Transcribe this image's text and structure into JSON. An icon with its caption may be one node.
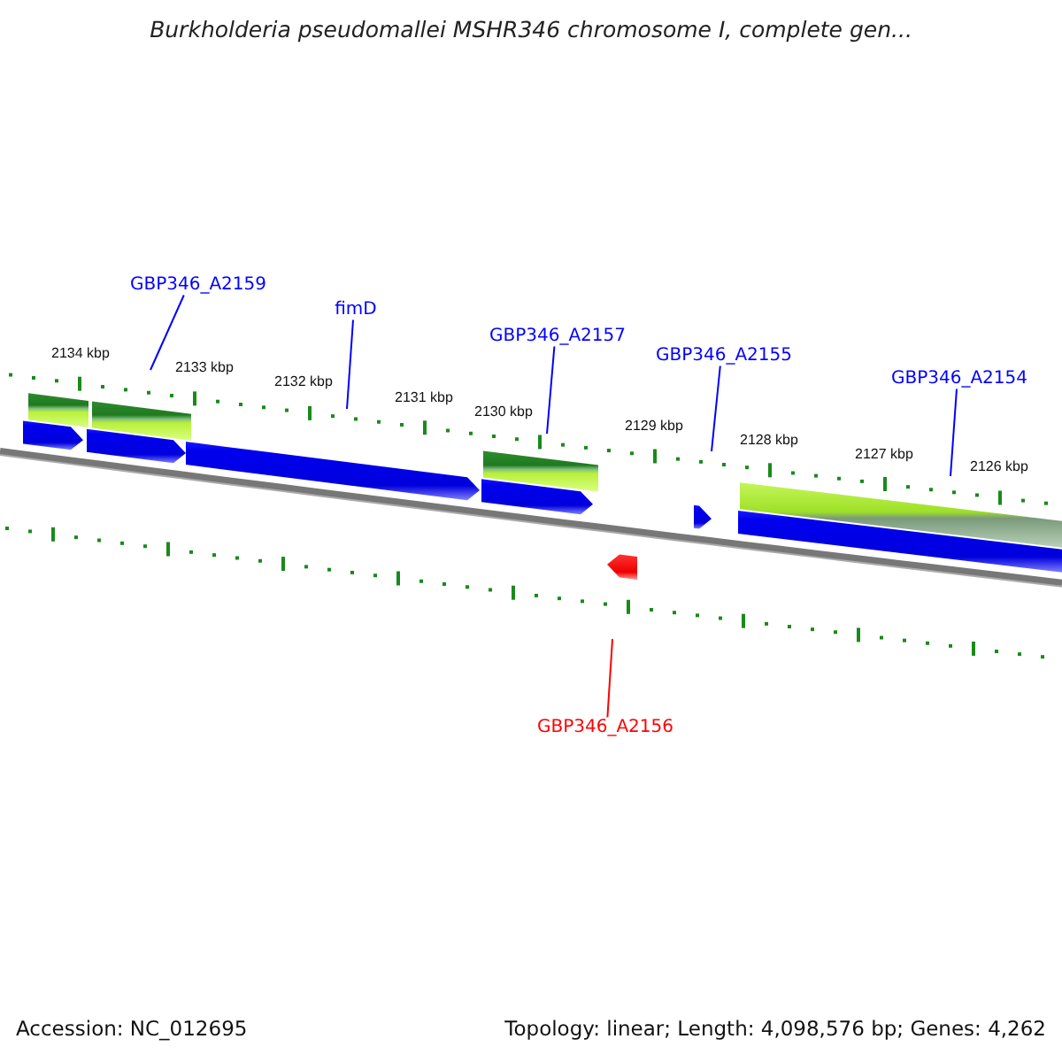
{
  "diagram": {
    "title": "Burkholderia pseudomallei MSHR346 chromosome I, complete gen...",
    "nodes": [
      {
        "text": [
          "GBP346_A2159"
        ]
      },
      {
        "text": [
          "fimD"
        ]
      },
      {
        "text": [
          "GBP346_A2157"
        ]
      },
      {
        "text": [
          "GBP346_A2155"
        ]
      },
      {
        "text": [
          "GBP346_A2154"
        ]
      },
      {
        "text": [
          "GBP346_A2156"
        ]
      }
    ],
    "edges": [
      {
        "from": 0,
        "to": null,
        "arrow": "none"
      },
      {
        "from": 1,
        "to": null,
        "arrow": "none"
      },
      {
        "from": 2,
        "to": null,
        "arrow": "none"
      },
      {
        "from": 3,
        "to": null,
        "arrow": "none"
      },
      {
        "from": 4,
        "to": null,
        "arrow": "none"
      },
      {
        "from": 5,
        "to": null,
        "arrow": "none",
        "color": "#ff0000"
      }
    ],
    "labels": [
      "2134 kbp",
      "2133 kbp",
      "2132 kbp",
      "2131 kbp",
      "2130 kbp",
      "2129 kbp",
      "2128 kbp",
      "2127 kbp",
      "2126 kbp",
      "Accession: NC_012695",
      "Topology: linear; Length: 4,098,576 bp; Genes: 4,262"
    ]
  }
}
